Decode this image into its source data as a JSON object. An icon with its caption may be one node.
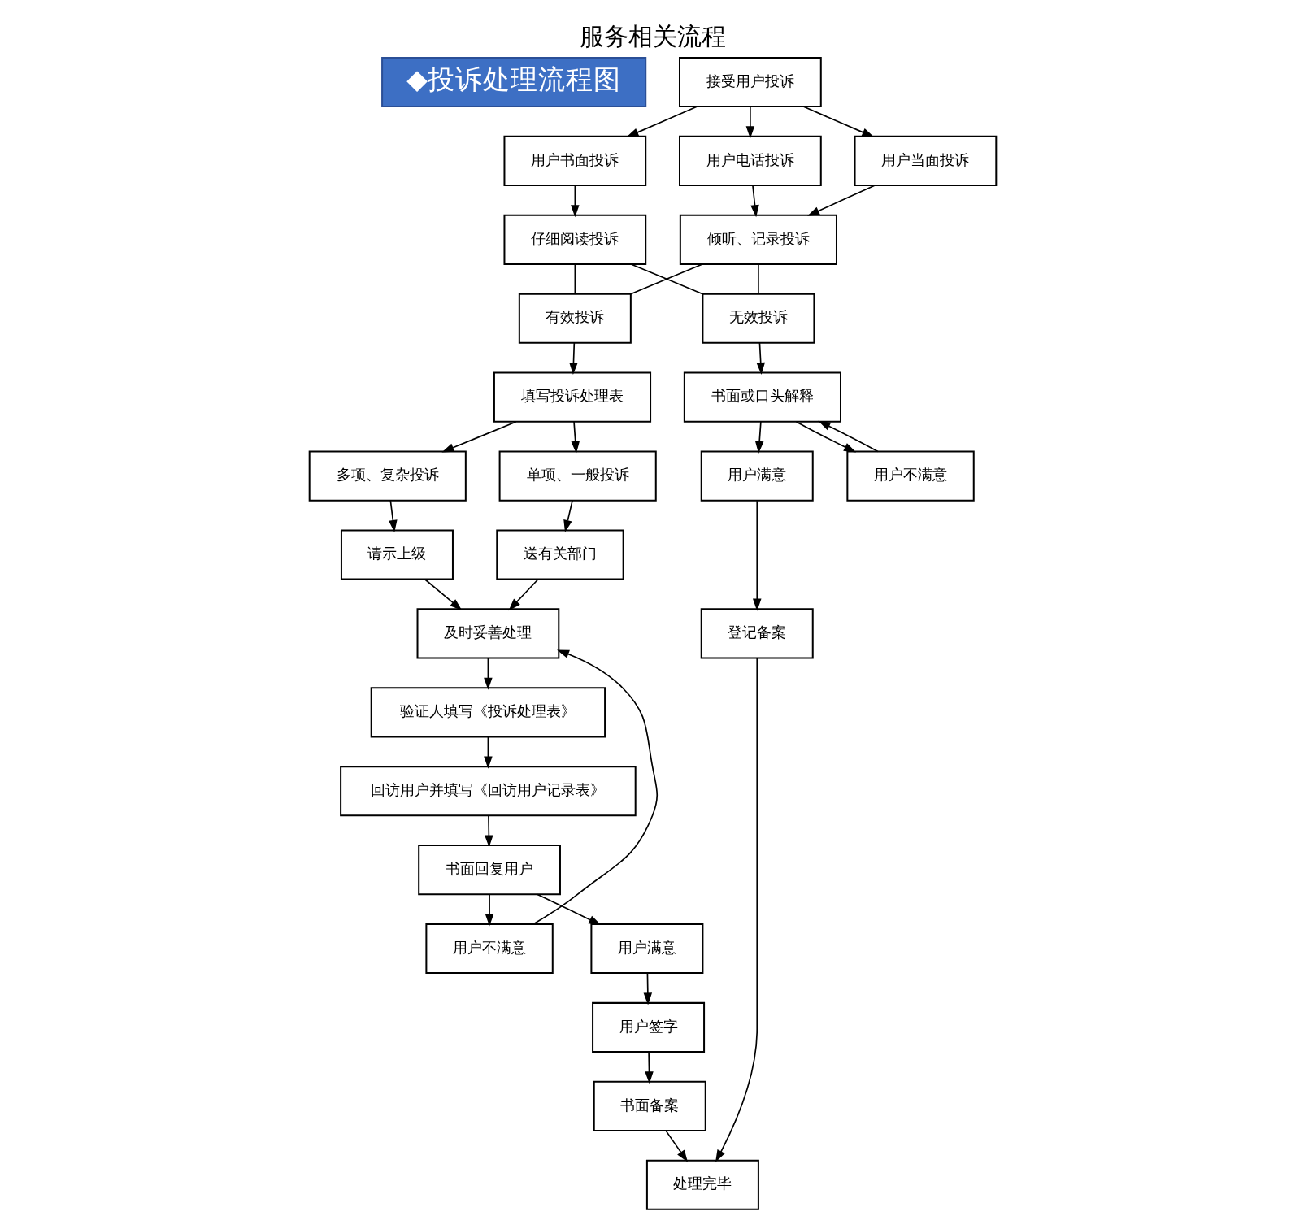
{
  "diagram": {
    "title": "服务相关流程",
    "nodes": [
      {
        "text": [
          "接受用户投诉"
        ]
      },
      {
        "text": [
          "用户书面投诉"
        ]
      },
      {
        "text": [
          "用户当面投诉"
        ]
      },
      {
        "text": [
          "用户电话投诉"
        ]
      },
      {
        "text": [
          "仔细阅读投诉"
        ]
      },
      {
        "text": [
          "倾听、记录投诉"
        ]
      },
      {
        "text": [
          "有效投诉"
        ]
      },
      {
        "text": [
          "无效投诉"
        ]
      },
      {
        "text": [
          "填写投诉处理表"
        ]
      },
      {
        "text": [
          "书面或口头解释"
        ]
      },
      {
        "text": [
          "单项、一般投诉"
        ]
      },
      {
        "text": [
          "多项、复杂投诉"
        ]
      },
      {
        "text": [
          "用户满意"
        ]
      },
      {
        "text": [
          "用户不满意"
        ]
      },
      {
        "text": [
          "送有关部门"
        ]
      },
      {
        "text": [
          "请示上级"
        ]
      },
      {
        "text": [
          "登记备案"
        ]
      },
      {
        "text": [
          "及时妥善处理"
        ]
      },
      {
        "text": [
          "验证人填写《投诉处理表》"
        ]
      },
      {
        "text": [
          "回访用户并填写《回访用户记录表》"
        ]
      },
      {
        "text": [
          "书面回复用户"
        ]
      },
      {
        "text": [
          "用户不满意"
        ]
      },
      {
        "text": [
          "用户满意"
        ]
      },
      {
        "text": [
          "用户签字"
        ]
      },
      {
        "text": [
          "书面备案"
        ]
      },
      {
        "text": [
          "处理完毕"
        ]
      }
    ],
    "edges": [
      {
        "from": 0,
        "to": 1,
        "arrow": "to"
      },
      {
        "from": 0,
        "to": 2,
        "arrow": "to"
      },
      {
        "from": 0,
        "to": 3,
        "arrow": "to"
      },
      {
        "from": 1,
        "to": 4,
        "arrow": "to"
      },
      {
        "from": 2,
        "to": 5,
        "arrow": "to"
      },
      {
        "from": 3,
        "to": 5,
        "arrow": "to"
      },
      {
        "from": 4,
        "to": 6,
        "arrow": "none"
      },
      {
        "from": 4,
        "to": 7,
        "arrow": "none"
      },
      {
        "from": 5,
        "to": 6,
        "arrow": "none"
      },
      {
        "from": 5,
        "to": 7,
        "arrow": "none"
      },
      {
        "from": 6,
        "to": 8,
        "arrow": "to"
      },
      {
        "from": 7,
        "to": 9,
        "arrow": "to"
      },
      {
        "from": 8,
        "to": 10,
        "arrow": "to"
      },
      {
        "from": 8,
        "to": 11,
        "arrow": "to"
      },
      {
        "from": 9,
        "to": 12,
        "arrow": "to"
      },
      {
        "from": 9,
        "to": 13,
        "arrow": "to"
      },
      {
        "from": 13,
        "to": 9,
        "arrow": "to"
      },
      {
        "from": 10,
        "to": 14,
        "arrow": "to"
      },
      {
        "from": 11,
        "to": 15,
        "arrow": "to"
      },
      {
        "from": 12,
        "to": 16,
        "arrow": "to"
      },
      {
        "from": 14,
        "to": 17,
        "arrow": "to"
      },
      {
        "from": 15,
        "to": 17,
        "arrow": "to"
      },
      {
        "from": 16,
        "to": 25,
        "arrow": "to"
      },
      {
        "from": 17,
        "to": 18,
        "arrow": "to"
      },
      {
        "from": 18,
        "to": 19,
        "arrow": "to"
      },
      {
        "from": 19,
        "to": 20,
        "arrow": "to"
      },
      {
        "from": 20,
        "to": 21,
        "arrow": "to"
      },
      {
        "from": 20,
        "to": 22,
        "arrow": "to"
      },
      {
        "from": 21,
        "to": 17,
        "arrow": "to"
      },
      {
        "from": 22,
        "to": 23,
        "arrow": "to"
      },
      {
        "from": 23,
        "to": 24,
        "arrow": "to"
      },
      {
        "from": 24,
        "to": 25,
        "arrow": "to"
      }
    ],
    "labels": [
      "◆投诉处理流程图"
    ]
  }
}
